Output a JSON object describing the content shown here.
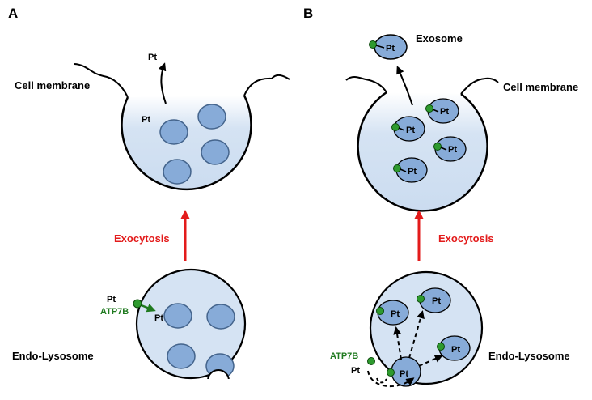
{
  "panels": {
    "a": {
      "label": "A",
      "cell_membrane": "Cell membrane",
      "pt_released": "Pt",
      "pt_vesicle": "Pt",
      "exocytosis": "Exocytosis",
      "pt_in": "Pt",
      "transporter": "ATP7B",
      "pt_lumen": "Pt",
      "compartment": "Endo-Lysosome"
    },
    "b": {
      "label": "B",
      "exosome": "Exosome",
      "exosome_pt": "Pt",
      "cell_membrane": "Cell membrane",
      "vesicle_pt": [
        "Pt",
        "Pt",
        "Pt",
        "Pt"
      ],
      "exocytosis": "Exocytosis",
      "transporter": "ATP7B",
      "pt_in": "Pt",
      "lumen_pt": [
        "Pt",
        "Pt",
        "Pt",
        "Pt"
      ],
      "compartment": "Endo-Lysosome"
    }
  },
  "colors": {
    "compartment_fill": "#d5e3f3",
    "vesicle_fill": "#87abd8",
    "vesicle_stroke": "#44648c",
    "outline": "#000000",
    "arrow_red": "#e31b1b",
    "atp7b_green": "#1f7a1f",
    "transporter_dot": "#2e9a2e"
  }
}
